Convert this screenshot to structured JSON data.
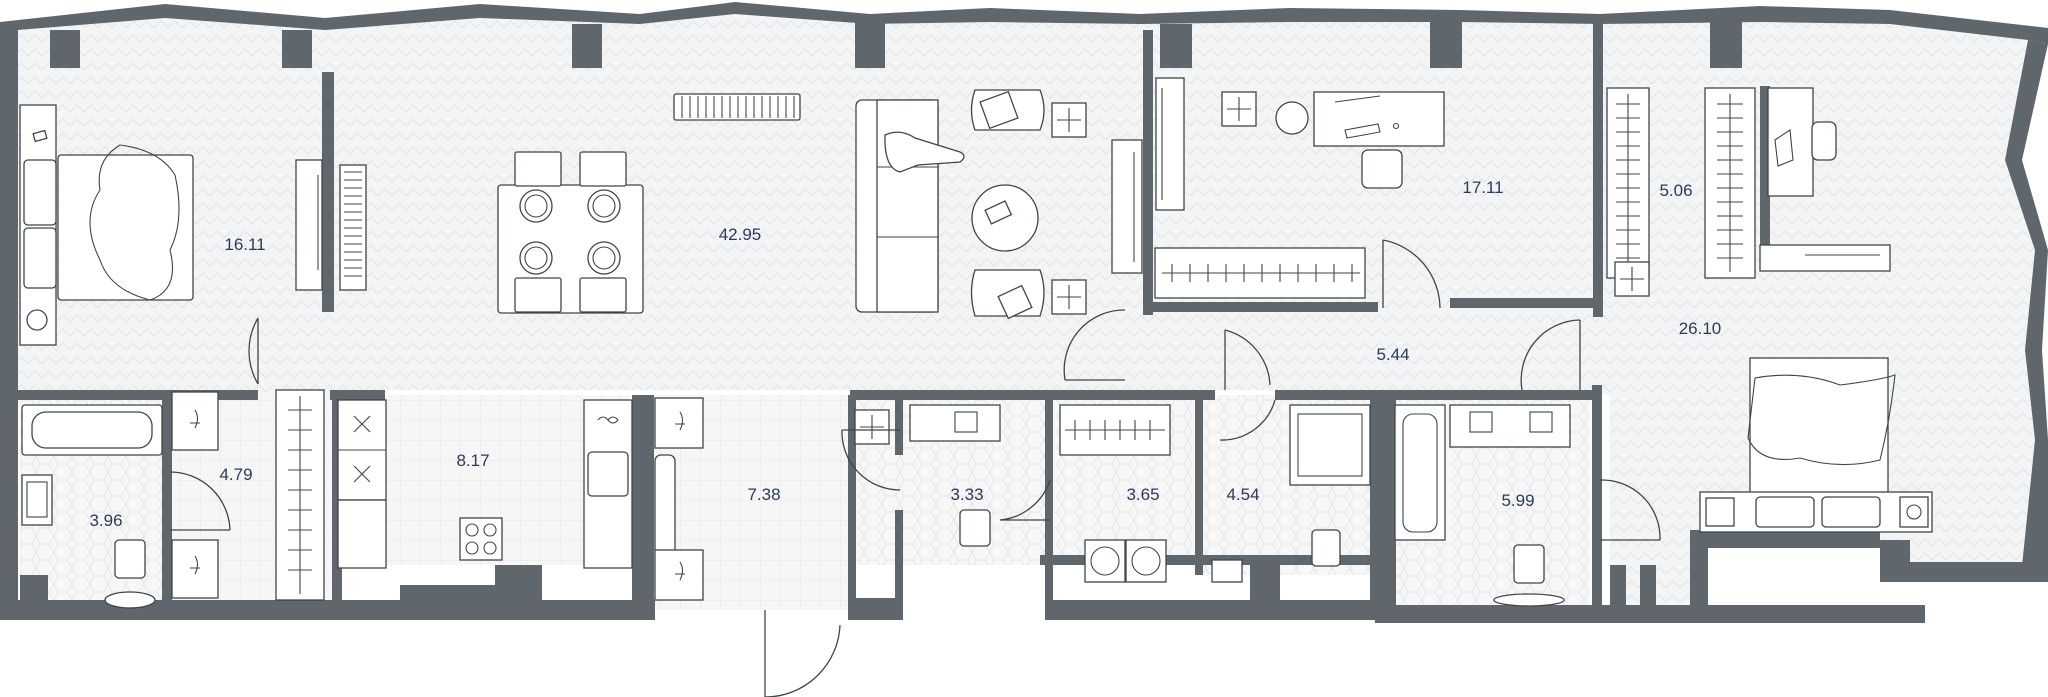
{
  "colors": {
    "wall": "#5f676d",
    "floor": "#f1f2f3",
    "line": "#3f4549",
    "label": "#2b3a59"
  },
  "rooms": [
    {
      "id": "bedroom-1",
      "area": "16.11"
    },
    {
      "id": "living-dining",
      "area": "42.95"
    },
    {
      "id": "study",
      "area": "17.11"
    },
    {
      "id": "walk-in-closet",
      "area": "5.06"
    },
    {
      "id": "master-bedroom",
      "area": "26.10"
    },
    {
      "id": "hall-east",
      "area": "5.44"
    },
    {
      "id": "bathroom-1",
      "area": "3.96"
    },
    {
      "id": "corridor-west",
      "area": "4.79"
    },
    {
      "id": "kitchen",
      "area": "8.17"
    },
    {
      "id": "entrance-hall",
      "area": "7.38"
    },
    {
      "id": "wc",
      "area": "3.33"
    },
    {
      "id": "laundry",
      "area": "3.65"
    },
    {
      "id": "shower-room",
      "area": "4.54"
    },
    {
      "id": "bathroom-2",
      "area": "5.99"
    }
  ]
}
